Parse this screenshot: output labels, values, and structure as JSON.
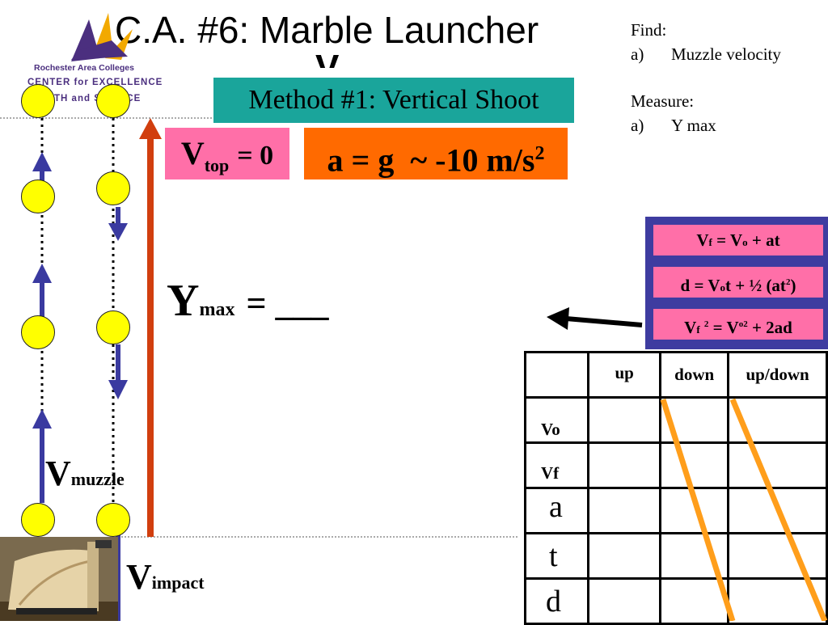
{
  "slide": {
    "title": "C.A. #6: Marble Launcher",
    "title_fragment": "V",
    "logo": {
      "line1": "Rochester Area Colleges",
      "line2": "CENTER for EXCELLENCE",
      "line3": "MATH and SCIENCE"
    },
    "method_label": "Method #1: Vertical Shoot",
    "vtop": {
      "symbol": "V",
      "subscript": "top",
      "rest": "= 0"
    },
    "accel": {
      "text": "a = g  ~ -10 m/s",
      "exponent": "2"
    },
    "ymax": {
      "symbol": "Y",
      "subscript": "max",
      "rest": "= ___"
    },
    "vmuzzle": {
      "symbol": "V",
      "subscript": "muzzle"
    },
    "vimpact": {
      "symbol": "V",
      "subscript": "impact"
    },
    "find": {
      "heading": "Find:",
      "item_a": "a)",
      "item_a_text": "Muzzle velocity",
      "measure_heading": "Measure:",
      "measure_a": "a)",
      "measure_a_text": "Y max"
    },
    "equations": [
      {
        "parts": [
          "V",
          "f",
          " = V",
          "o",
          " + at"
        ]
      },
      {
        "parts": [
          "d = V",
          "o",
          "t + ½ (at",
          "2",
          ")"
        ]
      },
      {
        "parts": [
          "V",
          "f",
          " ",
          "2",
          " = V",
          "o",
          "2",
          " + 2ad"
        ]
      }
    ],
    "table": {
      "columns": [
        "",
        "up",
        "down",
        "up/down"
      ],
      "rows": [
        "Vo",
        "Vf",
        "a",
        "t",
        "d"
      ]
    },
    "colors": {
      "teal": "#1aa59b",
      "pink": "#ff6fa8",
      "orange": "#ff6a00",
      "purple_panel": "#3e3ca0",
      "arrow_blue": "#3a3aa0",
      "arrow_red": "#d13e0e",
      "diag_orange": "#ff9e1b",
      "ball_yellow": "#ffff00"
    }
  }
}
